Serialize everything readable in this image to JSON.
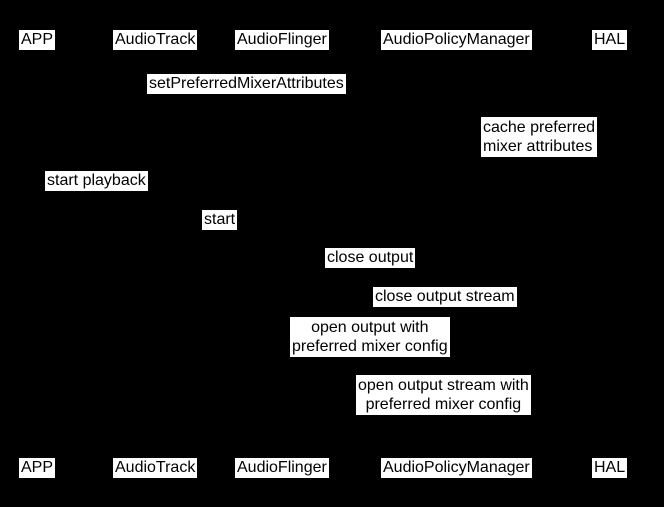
{
  "diagram": {
    "type": "sequence-diagram",
    "colors": {
      "background": "#000000",
      "label_background": "#ffffff",
      "label_text": "#000000"
    },
    "participants": [
      "APP",
      "AudioTrack",
      "AudioFlinger",
      "AudioPolicyManager",
      "HAL"
    ],
    "messages": {
      "set_preferred_mixer_attributes": "setPreferredMixerAttributes",
      "cache_preferred": {
        "line1": "cache preferred",
        "line2": "mixer attributes"
      },
      "start_playback": "start playback",
      "start": "start",
      "close_output": "close output",
      "close_output_stream": "close output stream",
      "open_output": {
        "line1": "open output with",
        "line2": "preferred mixer config"
      },
      "open_output_stream": {
        "line1": "open output stream with",
        "line2": "preferred mixer config"
      }
    }
  }
}
